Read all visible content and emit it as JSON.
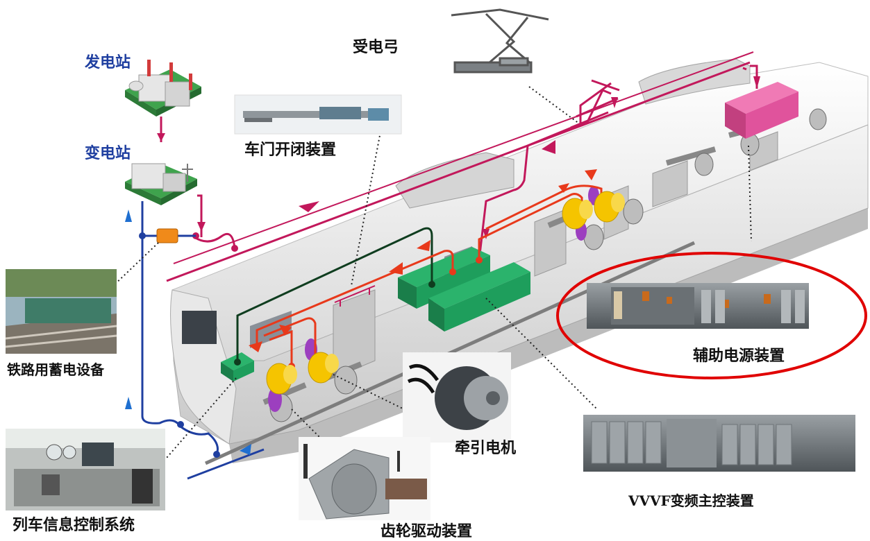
{
  "labels": {
    "power_station": "发电站",
    "substation": "变电站",
    "pantograph": "受电弓",
    "door_device": "车门开闭装置",
    "battery_equipment": "铁路用蓄电设备",
    "train_info_system": "列车信息控制系统",
    "gear_drive": "齿轮驱动装置",
    "traction_motor": "牵引电机",
    "vvvf_controller": "VVVF变频主控装置",
    "aux_power": "辅助电源装置"
  },
  "colors": {
    "power_line": "#c2185b",
    "feed_line": "#1f3fa0",
    "motor_circuit": "#e8391b",
    "control_circuit": "#0f3d1f",
    "highlight_ellipse": "#e00000",
    "equipment_green": "#1e9e5c",
    "aux_box": "#e0539c",
    "motor_yellow": "#f5c400"
  }
}
